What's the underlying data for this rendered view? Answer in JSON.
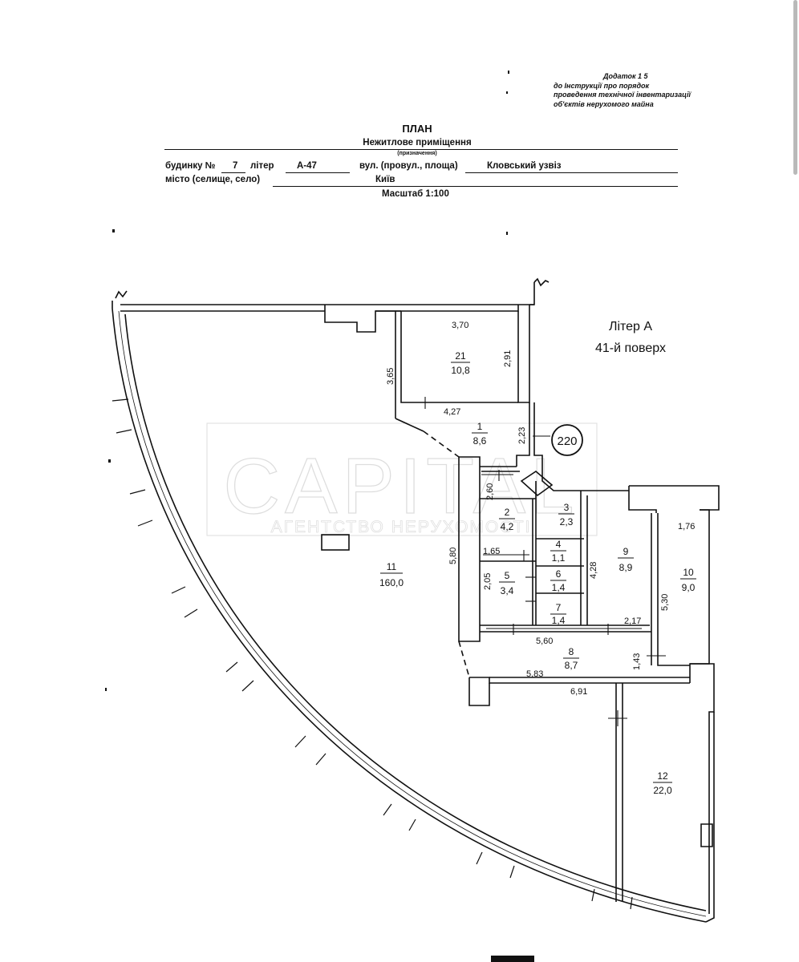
{
  "annex": [
    "Додаток 1 5",
    "до Інструкції про порядок",
    "проведення технічної інвентаризації",
    "об'єктів нерухомого майна"
  ],
  "header": {
    "title": "ПЛАН",
    "subtitle": "Нежитлове приміщення",
    "subtitle_note": "(призначення)",
    "building_label": "будинку №",
    "building_no": "7",
    "liter_label": "літер",
    "liter_value": "А-47",
    "street_label": "вул. (провул., площа)",
    "street_value": "Кловський узвіз",
    "city_label": "місто (селище, село)",
    "city_value": "Київ",
    "scale": "Масштаб 1:100"
  },
  "floor": {
    "liter": "Літер А",
    "level": "41-й поверх"
  },
  "marker": "220",
  "watermark": {
    "brand": "CAPITAL",
    "tagline": "АГЕНТСТВО НЕРУХОМОСТІ"
  },
  "rooms": [
    {
      "id": "room-21",
      "num": "21",
      "area": "10,8"
    },
    {
      "id": "room-1",
      "num": "1",
      "area": "8,6"
    },
    {
      "id": "room-2",
      "num": "2",
      "area": "4,2"
    },
    {
      "id": "room-3",
      "num": "3",
      "area": "2,3"
    },
    {
      "id": "room-4",
      "num": "4",
      "area": "1,1"
    },
    {
      "id": "room-5",
      "num": "5",
      "area": "3,4"
    },
    {
      "id": "room-6",
      "num": "6",
      "area": "1,4"
    },
    {
      "id": "room-7",
      "num": "7",
      "area": "1,4"
    },
    {
      "id": "room-8",
      "num": "8",
      "area": "8,7"
    },
    {
      "id": "room-9",
      "num": "9",
      "area": "8,9"
    },
    {
      "id": "room-10",
      "num": "10",
      "area": "9,0"
    },
    {
      "id": "room-11",
      "num": "11",
      "area": "160,0"
    },
    {
      "id": "room-12",
      "num": "12",
      "area": "22,0"
    }
  ],
  "dims": {
    "d370": "3,70",
    "d291": "2,91",
    "d365": "3,65",
    "d427": "4,27",
    "d223": "2,23",
    "d260": "2,60",
    "d580": "5,80",
    "d165": "1,65",
    "d205": "2,05",
    "d428": "4,28",
    "d176": "1,76",
    "d530": "5,30",
    "d217": "2,17",
    "d560": "5,60",
    "d143": "1,43",
    "d583": "5,83",
    "d691": "6,91"
  }
}
